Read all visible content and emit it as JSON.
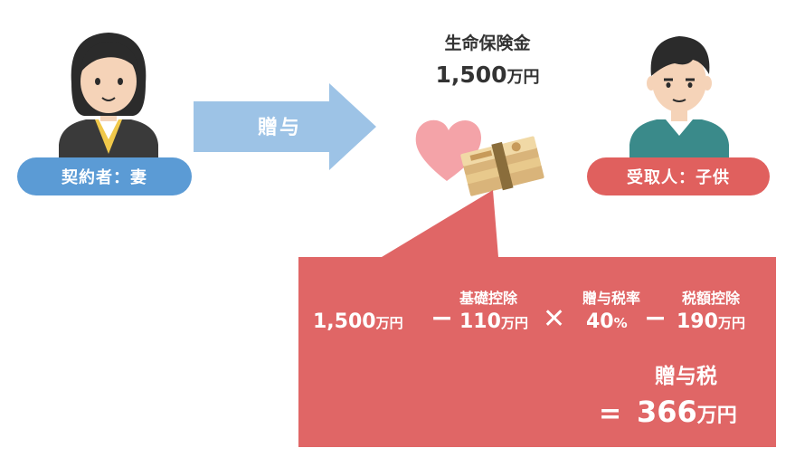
{
  "title": {
    "line1": "生命保険金",
    "amount": "1,500",
    "unit": "万円"
  },
  "contractor": {
    "label": "契約者：妻"
  },
  "receiver": {
    "label": "受取人：子供"
  },
  "gift_arrow": {
    "label": "贈与"
  },
  "formula": {
    "term1": {
      "value": "1,500",
      "unit": "万円"
    },
    "op_minus1": "−",
    "term2": {
      "label": "基礎控除",
      "value": "110",
      "unit": "万円"
    },
    "op_times": "✕",
    "term3": {
      "label": "贈与税率",
      "value": "40",
      "unit": "%"
    },
    "op_minus2": "−",
    "term4": {
      "label": "税額控除",
      "value": "190",
      "unit": "万円"
    },
    "result_label": "贈与税",
    "equals": "=",
    "result": {
      "value": "366",
      "unit": "万円"
    }
  },
  "colors": {
    "blue_badge": "#5b9bd5",
    "red_badge": "#e0605e",
    "arrow": "#9dc3e6",
    "callout": "#e06666",
    "heart": "#f4a3a8",
    "money": "#e8c98c"
  }
}
